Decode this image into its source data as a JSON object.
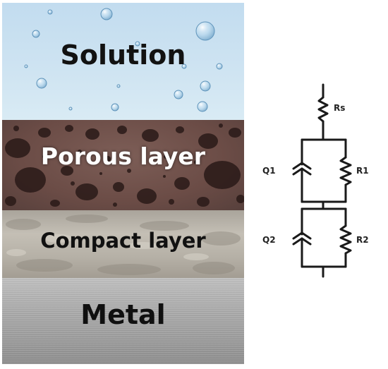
{
  "layers": {
    "solution": {
      "label": "Solution"
    },
    "porous": {
      "label": "Porous layer"
    },
    "compact": {
      "label": "Compact layer"
    },
    "metal": {
      "label": "Metal"
    }
  },
  "circuit": {
    "rs_label": "Rs",
    "q1_label": "Q1",
    "r1_label": "R1",
    "q2_label": "Q2",
    "r2_label": "R2"
  }
}
